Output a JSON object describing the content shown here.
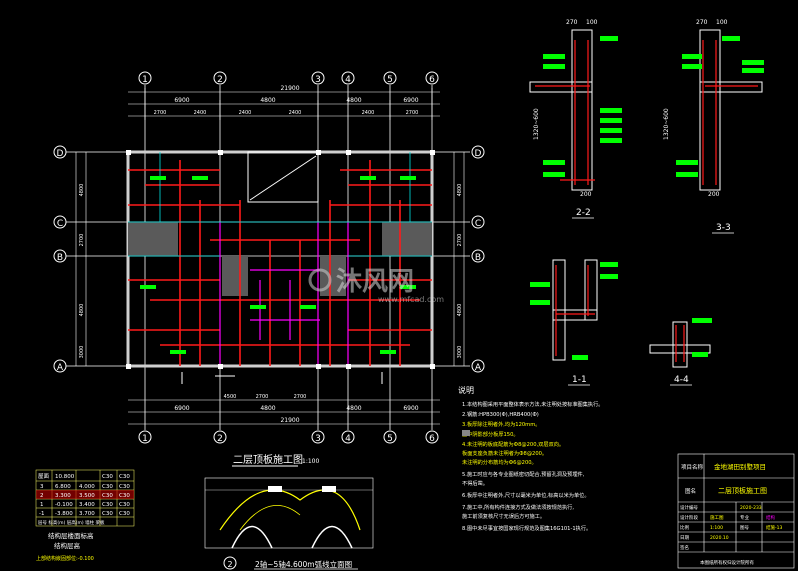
{
  "axes": {
    "top": [
      "1",
      "2",
      "3",
      "4",
      "5",
      "6"
    ],
    "bottom": [
      "1",
      "2",
      "3",
      "4",
      "5",
      "6"
    ],
    "left": [
      "D",
      "C",
      "B",
      "A"
    ],
    "right": [
      "D",
      "C",
      "B",
      "A"
    ]
  },
  "dims": {
    "total_top": "21900",
    "total_bottom": "21900",
    "top_row": [
      "6900",
      "4800",
      "4800",
      "6900"
    ],
    "top_sub": [
      "2700",
      "2400",
      "2400",
      "2400",
      "2400",
      "2700"
    ],
    "bottom_row": [
      "6900",
      "4800",
      "4800",
      "6900"
    ],
    "left_col": [
      "4800",
      "2700",
      "4800",
      "3000"
    ],
    "right_col": [
      "4800",
      "2700",
      "4800",
      "3000"
    ],
    "stair_sub": [
      "4500",
      "2700",
      "2700"
    ]
  },
  "plan_title": "二层顶板施工图",
  "plan_scale": "1:100",
  "elev_title": "2轴~5轴4.600m弧线立面图",
  "floor_table": {
    "rows": [
      {
        "f": "屋面",
        "h": "10.800",
        "hh": "",
        "c1": "C30",
        "c2": "C30"
      },
      {
        "f": "3",
        "h": "6.800",
        "hh": "4.000",
        "c1": "C30",
        "c2": "C30"
      },
      {
        "f": "2",
        "h": "3.300",
        "hh": "3.500",
        "c1": "C30",
        "c2": "C30"
      },
      {
        "f": "1",
        "h": "-0.100",
        "hh": "3.400",
        "c1": "C30",
        "c2": "C30"
      },
      {
        "f": "-1",
        "h": "-3.800",
        "hh": "3.700",
        "c1": "C30",
        "c2": "C30"
      }
    ],
    "head": "层号 标高(m) 层高(m) 墙柱 梁板",
    "caption1": "结构层楼面标高",
    "caption2": "结构层高",
    "caption3": "上部结构嵌固部位:-0.100"
  },
  "sections": {
    "s22": "2-2",
    "s33": "3-3",
    "s11": "1-1",
    "s44": "4-4",
    "dim_270": "270",
    "dim_100": "100",
    "dim_200": "200",
    "dim_1320": "1320~600",
    "dim_1320b": "1320~600"
  },
  "notes": {
    "title": "说明",
    "lines": [
      "1.本结构图采用平面整体表示方法,未注明处按标准图集执行。",
      "2.钢筋:HPB300(Φ),HRB400(Ф)",
      "3.板厚除注明者外,均为120mm。",
      "   图中阴影部分板厚150。",
      "4.未注明的板底配筋为Ф8@200,双层双向。",
      "   板面支座负筋未注明者为Ф8@200。",
      "   未注明的分布筋均为Ф6@200。",
      "5.施工时应与各专业图纸密切配合,预留孔洞及预埋件,",
      "   不得后凿。",
      "6.板厚中注明者外,尺寸以毫米为单位,标高以米为单位。",
      "7.施工中,所有构件连接方式及做法须按规范执行,",
      "   施工前须复核尺寸无误后方可施工。",
      "8.图中未尽事宜按国家现行规范及图集16G101-1执行。"
    ]
  },
  "watermark": {
    "brand": "沐风网",
    "url": "www.mfcad.com"
  },
  "title_block": {
    "project_label": "项目名称",
    "project_value": "金地湖田别墅项目",
    "drawing_label": "图名",
    "drawing_value": "二层顶板施工图",
    "r1": [
      "设计编号",
      "",
      "2020-233",
      ""
    ],
    "r2": [
      "设计阶段",
      "施工图",
      "专业",
      "结构"
    ],
    "r3": [
      "比例",
      "1:100",
      "图号",
      "结施-13"
    ],
    "r4": [
      "日期",
      "2020.10",
      "",
      ""
    ],
    "r5": [
      "签名",
      "",
      "",
      ""
    ],
    "footer": "本图纸所有权归设计院所有"
  },
  "colors": {
    "background": "#000000",
    "wall": "#d0d0d0",
    "beam": "#ff0000",
    "column": "#ff00ff",
    "axis": "#ffffff",
    "text": "#ffff00",
    "cyan": "#00ffff",
    "green": "#00ff00"
  }
}
